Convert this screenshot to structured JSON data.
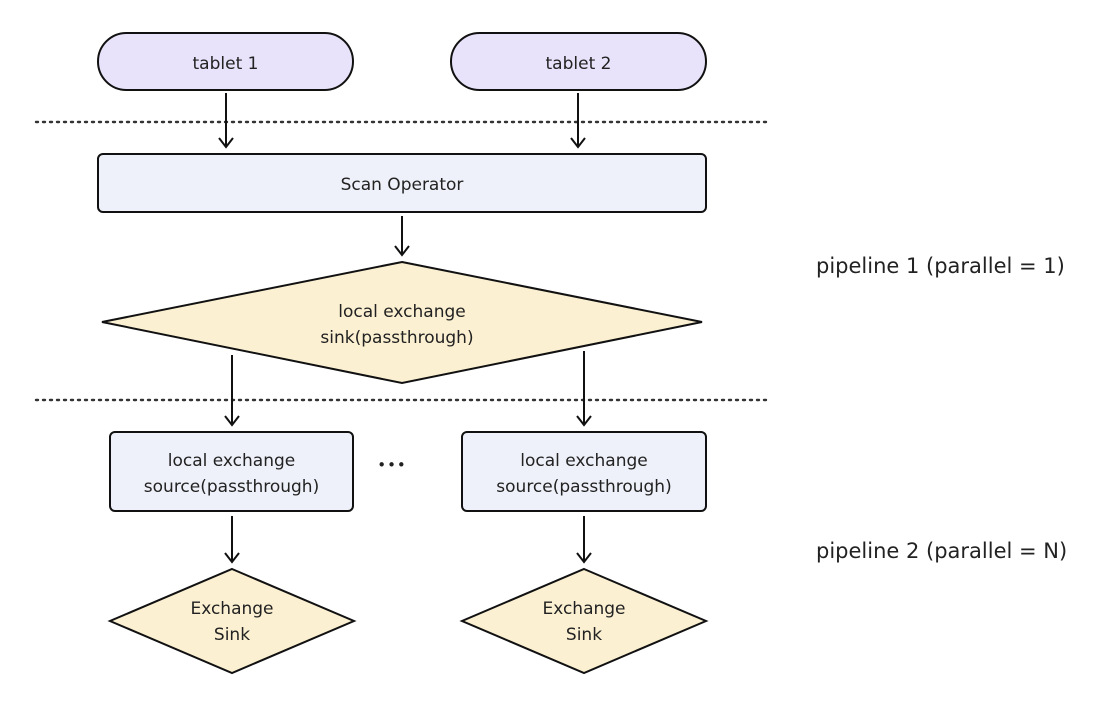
{
  "colors": {
    "tablet_fill": "#e8e3fa",
    "box_fill": "#eef1f9",
    "diamond_fill": "#fbf0d2",
    "stroke": "#111111"
  },
  "nodes": {
    "tablet1": "tablet 1",
    "tablet2": "tablet 2",
    "scan": "Scan Operator",
    "sink_line1": "local exchange",
    "sink_line2": "sink(passthrough)",
    "source_left_line1": "local exchange",
    "source_left_line2": "source(passthrough)",
    "source_right_line1": "local exchange",
    "source_right_line2": "source(passthrough)",
    "ellipsis": "•••",
    "exchange_left_line1": "Exchange",
    "exchange_left_line2": "Sink",
    "exchange_right_line1": "Exchange",
    "exchange_right_line2": "Sink"
  },
  "labels": {
    "pipeline1": "pipeline 1 (parallel = 1)",
    "pipeline2": "pipeline 2 (parallel = N)"
  }
}
